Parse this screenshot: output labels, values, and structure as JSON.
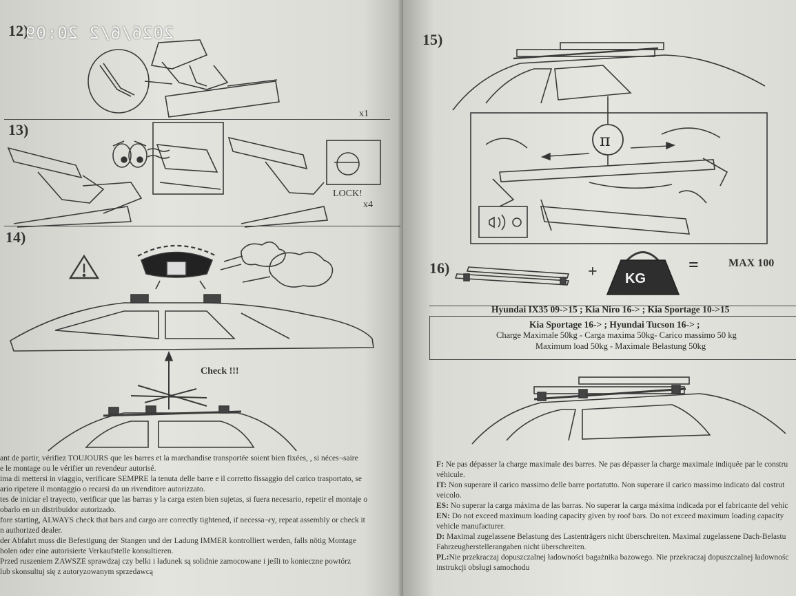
{
  "timestamp": "2026/6/2 20:09",
  "left_page": {
    "step12": {
      "num": "12)",
      "qty": "x1"
    },
    "step13": {
      "num": "13)",
      "lock": "LOCK!",
      "qty": "x4"
    },
    "step14": {
      "num": "14)",
      "check": "Check !!!"
    },
    "notes": [
      "ant de partir, vérifiez TOUJOURS que les barres et la marchandise transportée soient bien fixées, , si néces¬saire",
      "e le montage ou le vérifier un revendeur autorisé.",
      "ima di mettersi in viaggio, verificare SEMPRE la tenuta delle barre e il corretto fissaggio del carico trasportato, se",
      "ario ripetere il montaggio o recarsi da un rivenditore autorizzato.",
      "tes de iniciar el trayecto, verificar que las barras y la carga esten bien sujetas, si fuera necesario, repetir el montaje o",
      "obarlo en un distribuidor autorizado.",
      "fore starting, ALWAYS check that bars and cargo are correctly tightened, if necessa¬ry, repeat assembly or check it",
      "n authorized dealer.",
      "der Abfahrt muss die Befestigung der Stangen und der Ladung IMMER kontrolliert werden, falls nötig Montage",
      "holen oder eine autorisierte Verkaufstelle konsultieren.",
      "Przed ruszeniem ZAWSZE sprawdzaj czy belki i ładunek są solidnie zamocowane i  jeśli to konieczne  powtórz",
      "lub skonsultuj się z autoryzowanym sprzedawcą"
    ]
  },
  "right_page": {
    "step15": {
      "num": "15)",
      "pi": "π"
    },
    "step16": {
      "num": "16)",
      "plus": "+",
      "kg": "KG",
      "eq": "=",
      "max": "MAX 100"
    },
    "models_line1": "Hyundai IX35 09->15 ; Kia Niro 16-> ;  Kia Sportage 10->15",
    "models_line2": "Kia Sportage  16-> ; Hyundai Tucson 16-> ;",
    "charge_line1": "Charge Maximale 50kg - Carga maxima 50kg- Carico massimo 50 kg",
    "charge_line2": "Maximum load 50kg - Maximale Belastung 50kg",
    "notes": [
      {
        "code": "F:",
        "text": " Ne pas dépasser la charge maximale des barres. Ne pas dépasser la charge maximale indiquée par le constru"
      },
      {
        "code": "",
        "text": "véhicule."
      },
      {
        "code": "IT:",
        "text": " Non superare il carico massimo delle barre portatutto. Non superare il carico massimo indicato dal costrut"
      },
      {
        "code": "",
        "text": "veicolo."
      },
      {
        "code": "ES:",
        "text": " No superar la carga máxima de las barras. No superar la carga máxima indicada por el fabricante del vehíc"
      },
      {
        "code": "EN:",
        "text": " Do not exceed maximum loading capacity given by roof bars. Do not exceed maximum loading capacity"
      },
      {
        "code": "",
        "text": "vehicle manufacturer."
      },
      {
        "code": "D:",
        "text": " Maximal zugelassene Belastung des Lastenträgers nicht überschreiten. Maximal zugelassene Dach-Belastu"
      },
      {
        "code": "",
        "text": "Fahrzeugherstellerangaben nicht überschreiten."
      },
      {
        "code": "PL:",
        "text": "Nie przekraczaj dopuszczalnej ładowności bagażnika bazowego. Nie przekraczaj dopuszczalnej ładownośc"
      },
      {
        "code": "",
        "text": "instrukcji obsługi samochodu"
      }
    ]
  }
}
